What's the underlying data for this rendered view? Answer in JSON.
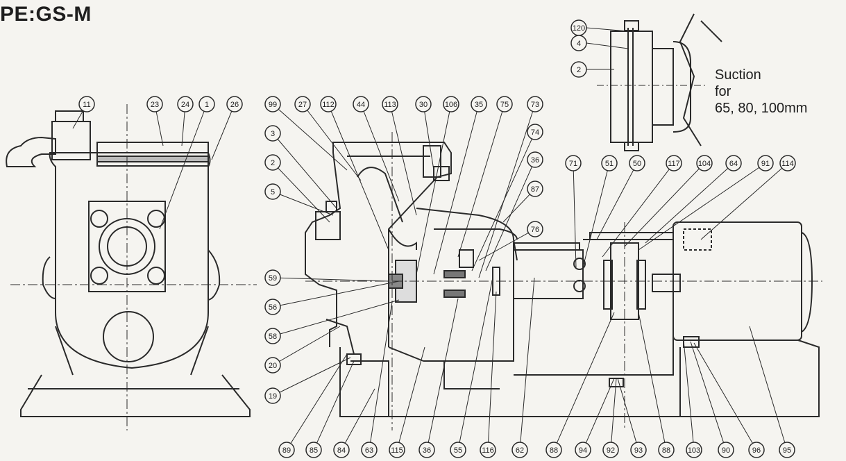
{
  "title": "PE:GS-M",
  "inset": {
    "note_lines": [
      "Suction",
      "for",
      "65, 80, 100mm"
    ],
    "part_labels": [
      "120",
      "4",
      "2"
    ]
  },
  "callouts": {
    "left_view": [
      "11",
      "23",
      "24",
      "1",
      "26"
    ],
    "main_top": [
      "99",
      "27",
      "112",
      "44",
      "113",
      "30",
      "106",
      "35",
      "75",
      "73",
      "74",
      "36",
      "87",
      "76",
      "71",
      "51",
      "50",
      "117",
      "104",
      "64",
      "91",
      "114"
    ],
    "main_left": [
      "3",
      "2",
      "5",
      "59",
      "56",
      "58",
      "20",
      "19"
    ],
    "bottom_row": [
      "89",
      "85",
      "84",
      "63",
      "115",
      "36",
      "55",
      "116",
      "62",
      "88",
      "94",
      "92",
      "93",
      "88",
      "103",
      "90",
      "96",
      "95"
    ]
  },
  "colors": {
    "background": "#f5f4f0",
    "line": "#2a2a2a",
    "hatch": "#3a3a3a"
  }
}
